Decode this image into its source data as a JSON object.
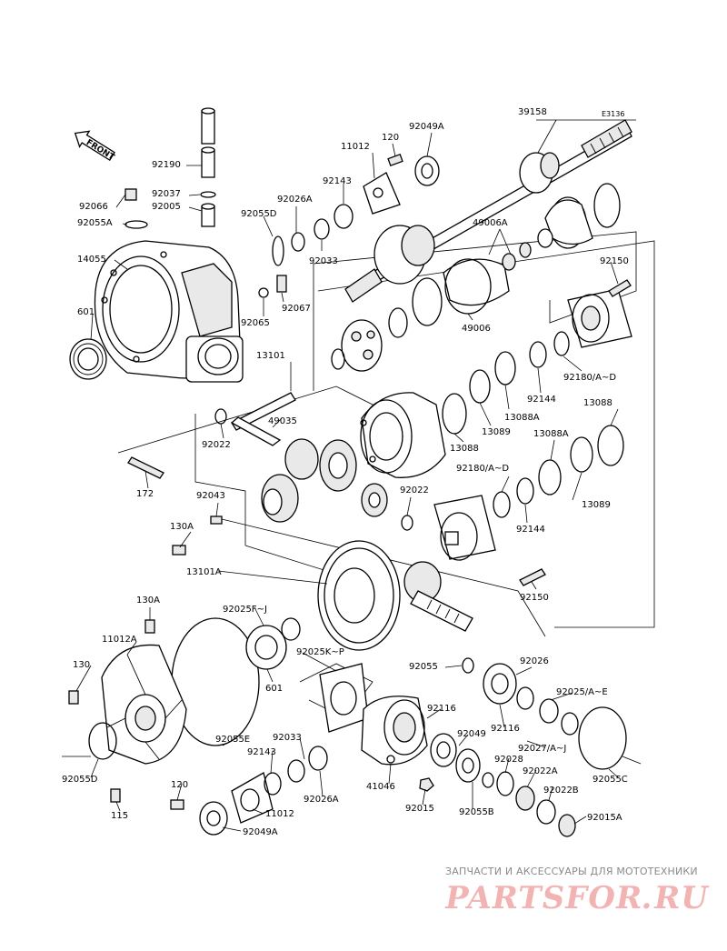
{
  "diagram_code": "E3136",
  "front_label": "FRONT",
  "watermark": {
    "tagline": "ЗАПЧАСТИ И АКСЕССУАРЫ ДЛЯ МОТОТЕХНИКИ",
    "logo": "PARTSFOR.RU"
  },
  "labels": {
    "p39158": "39158",
    "p92049A_top": "92049A",
    "p120_top": "120",
    "p11012_top": "11012",
    "p92190": "92190",
    "p92143_top": "92143",
    "p92026A_top": "92026A",
    "p92037": "92037",
    "p92005": "92005",
    "p92066": "92066",
    "p92055A": "92055A",
    "p92055D_top": "92055D",
    "p92033_top": "92033",
    "p49006A": "49006A",
    "p14055": "14055",
    "p92067": "92067",
    "p92065": "92065",
    "p601_top": "601",
    "p49006": "49006",
    "p92150_top": "92150",
    "p92180AD_top": "92180/A~D",
    "p92144_top": "92144",
    "p13101": "13101",
    "p49035": "49035",
    "p92022_top": "92022",
    "p13088A_top": "13088A",
    "p13088_right": "13088",
    "p13089_top": "13089",
    "p13088_mid": "13088",
    "p13088A_mid": "13088A",
    "p172": "172",
    "p92043": "92043",
    "p92022_mid": "92022",
    "p92180AD_mid": "92180/A~D",
    "p13089_mid": "13089",
    "p130A_top": "130A",
    "p92144_mid": "92144",
    "p13101A": "13101A",
    "p92150_mid": "92150",
    "p130A_bot": "130A",
    "p92025FJ": "92025F~J",
    "p11012A": "11012A",
    "p92025KP": "92025K~P",
    "p92055": "92055",
    "p92026_bot": "92026",
    "p130": "130",
    "p601_bot": "601",
    "p92025AE": "92025/A~E",
    "p92116_a": "92116",
    "p92116_b": "92116",
    "p92049": "92049",
    "p92055E": "92055E",
    "p92033_bot": "92033",
    "p92143_bot": "92143",
    "p92027AJ": "92027/A~J",
    "p92028": "92028",
    "p92055D_bot": "92055D",
    "p92022A": "92022A",
    "p92055C": "92055C",
    "p41046": "41046",
    "p92026A_bot": "92026A",
    "p92022B": "92022B",
    "p120_bot": "120",
    "p92015": "92015",
    "p92055B": "92055B",
    "p11012_bot": "11012",
    "p92015A": "92015A",
    "p115": "115",
    "p92049A_bot": "92049A"
  }
}
